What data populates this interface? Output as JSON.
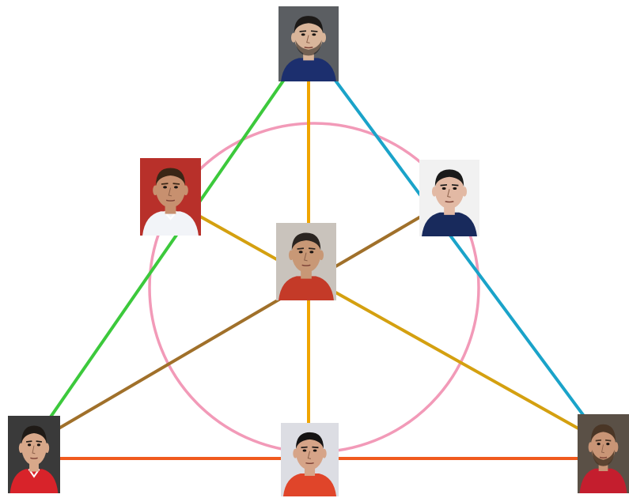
{
  "diagram": {
    "type": "fano-plane",
    "line_colors": {
      "left_side": "#3cc93c",
      "right_side": "#1aa3c9",
      "bottom_side": "#f05a1e",
      "vertical_median": "#f0a500",
      "median_from_bottom_left": "#a0702a",
      "median_from_bottom_right": "#d4a010",
      "inner_circle": "#f29ab8"
    },
    "nodes": [
      {
        "id": "top",
        "icon": "player-portrait-icon",
        "bg": "#5b5e62",
        "skin": "#d9b59a",
        "hair": "#1d1a18",
        "shirt": "#1c2f6e",
        "style": "beard-short"
      },
      {
        "id": "mid-left",
        "icon": "player-portrait-icon",
        "bg": "#b8302a",
        "skin": "#c7906f",
        "hair": "#3a2616",
        "shirt": "#f2f4f8",
        "style": "jersey"
      },
      {
        "id": "mid-right",
        "icon": "player-portrait-icon",
        "bg": "#f1f1f1",
        "skin": "#e2b9a4",
        "hair": "#1a1a1a",
        "shirt": "#182a5c",
        "style": "plain"
      },
      {
        "id": "center",
        "icon": "player-portrait-icon",
        "bg": "#c9c3bc",
        "skin": "#c89876",
        "hair": "#2a2420",
        "shirt": "#c43a28",
        "style": "plain"
      },
      {
        "id": "bottom-left",
        "icon": "player-portrait-icon",
        "bg": "#3a3a3a",
        "skin": "#d8a88a",
        "hair": "#1f1a16",
        "shirt": "#d8232a",
        "style": "jersey"
      },
      {
        "id": "bottom-center",
        "icon": "player-portrait-icon",
        "bg": "#dcdde3",
        "skin": "#d6a488",
        "hair": "#151313",
        "shirt": "#e0452a",
        "style": "plain"
      },
      {
        "id": "bottom-right",
        "icon": "player-portrait-icon",
        "bg": "#5a5046",
        "skin": "#c99576",
        "hair": "#4a3626",
        "shirt": "#c41e2e",
        "style": "beard"
      }
    ]
  }
}
